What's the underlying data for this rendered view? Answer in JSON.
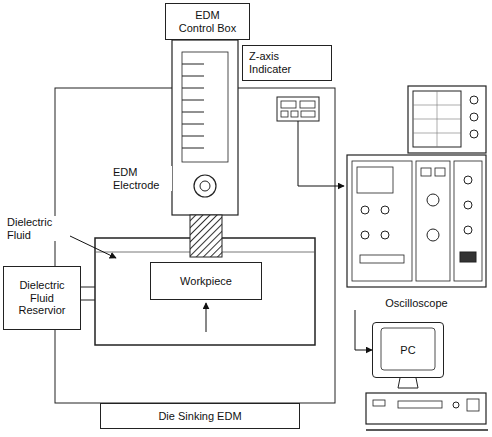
{
  "diagram": {
    "nodes": [
      {
        "text": [
          "EDM Control Box"
        ]
      },
      {
        "text": [
          "Z-axis Indicater"
        ]
      },
      {
        "text": [
          "Oscilloscope"
        ]
      },
      {
        "text": [
          "PC"
        ]
      },
      {
        "text": [
          "Dielectric Fluid Reservior"
        ]
      },
      {
        "text": [
          "Workpiece"
        ]
      },
      {
        "text": [
          "Die Sinking EDM"
        ]
      }
    ],
    "edges": [
      {
        "from": 2,
        "to": 3,
        "arrow": "to"
      }
    ],
    "labels": [
      "Dielectric Fluid",
      "EDM Electrode"
    ]
  }
}
